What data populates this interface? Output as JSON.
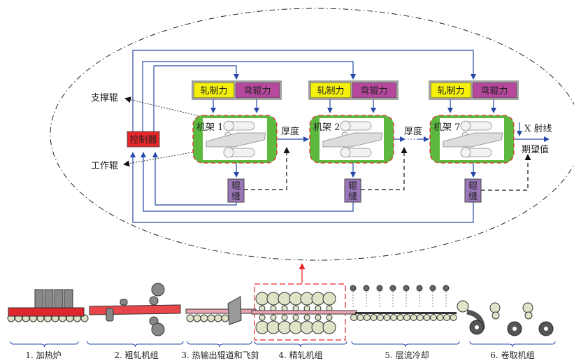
{
  "diagram": {
    "title": "",
    "controller": {
      "label": "控制器",
      "color": "#e8262a"
    },
    "callouts": {
      "backup_roll": "支撑辊",
      "work_roll": "工作辊"
    },
    "stands": [
      {
        "label": "机架 1",
        "force": "轧制力",
        "bending": "弯辊力",
        "gap": [
          "辊",
          "缝"
        ],
        "thickness": "厚度"
      },
      {
        "label": "机架 2",
        "force": "轧制力",
        "bending": "弯辊力",
        "gap": [
          "辊",
          "缝"
        ],
        "thickness": "厚度"
      },
      {
        "label": "机架 7",
        "force": "轧制力",
        "bending": "弯辊力",
        "gap": [
          "辊",
          "缝"
        ]
      }
    ],
    "xray": "X 射线",
    "expected": "期望值",
    "colors": {
      "force": "#f4ef0b",
      "bending": "#b6489e",
      "gap": "#9b76b8",
      "stand": "#5cb83e",
      "line": "#2748a8",
      "controller": "#e8262a"
    },
    "process_stages": [
      {
        "label": "1. 加热炉"
      },
      {
        "label": "2. 粗轧机组"
      },
      {
        "label": "3. 热输出辊道和飞剪"
      },
      {
        "label": "4. 精轧机组"
      },
      {
        "label": "5. 层流冷却"
      },
      {
        "label": "6. 卷取机组"
      }
    ]
  }
}
